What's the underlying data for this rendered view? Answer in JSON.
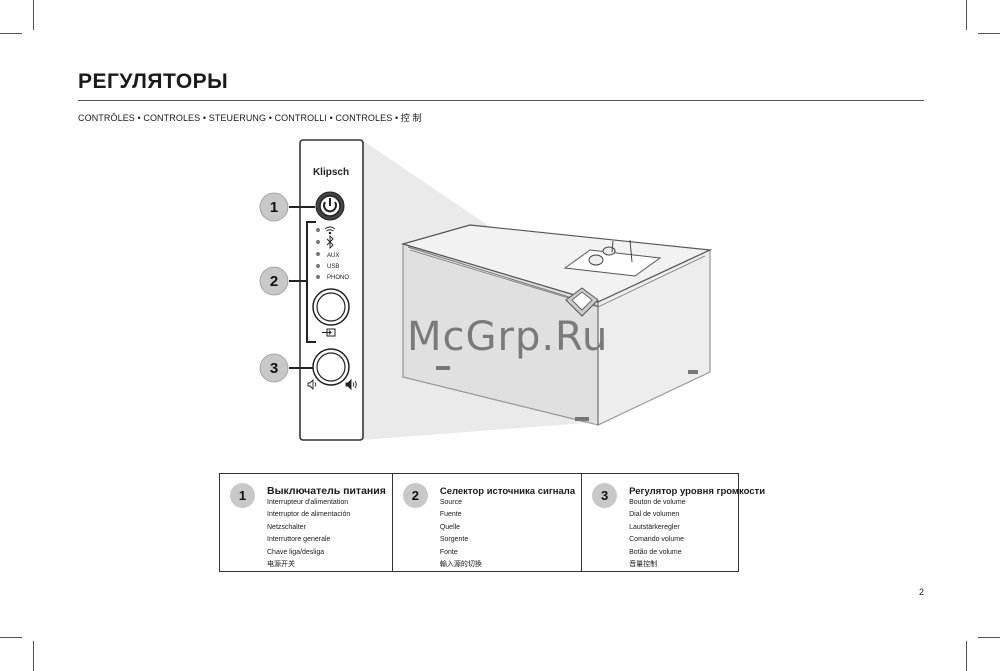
{
  "page": {
    "title": "РЕГУЛЯТОРЫ",
    "subtitle": "CONTRÔLES • CONTROLES • STEUERUNG • CONTROLLI • CONTROLES • 控 制",
    "watermark": "McGrp.Ru",
    "page_number": "2"
  },
  "device": {
    "brand": "Klipsch",
    "sources": [
      "",
      "",
      "AUX",
      "USB",
      "PHONO"
    ],
    "source_icons": [
      "wifi-icon",
      "bluetooth-icon",
      "",
      "",
      ""
    ],
    "callouts": [
      "1",
      "2",
      "3"
    ]
  },
  "legend": [
    {
      "number": "1",
      "heading": "Выключатель питания",
      "lines": [
        "Interrupteur d'alimentation",
        "Interruptor de alimentación",
        "Netzschalter",
        "Interruttore generale",
        "Chave liga/desliga",
        "电源开关"
      ]
    },
    {
      "number": "2",
      "heading": "Селектор источника сигнала",
      "lines": [
        "Source",
        "Fuente",
        "Quelle",
        "Sorgente",
        "Fonte",
        "輸入源的切換"
      ]
    },
    {
      "number": "3",
      "heading": "Регулятор уровня громкости",
      "lines": [
        "Bouton de volume",
        "Dial de volumen",
        "Lautstärkeregler",
        "Comando volume",
        "Botão de volume",
        "音量控制"
      ]
    }
  ]
}
